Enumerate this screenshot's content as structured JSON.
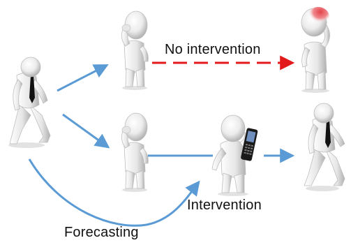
{
  "labels": {
    "no_intervention": "No intervention",
    "intervention": "Intervention",
    "forecasting": "Forecasting"
  },
  "colors": {
    "arrow_blue": "#5b9bd5",
    "arrow_red": "#e31a1c",
    "figure_white": "#f2f2f2",
    "figure_shade": "#b5b5b5",
    "tie": "#111111",
    "headache_red": "#e2434a",
    "phone": "#1a1a1a"
  },
  "figures": [
    {
      "name": "walking-businessman",
      "pose": "walking",
      "tie": true
    },
    {
      "name": "worried-figure-top",
      "pose": "hand-on-head"
    },
    {
      "name": "headache-figure",
      "pose": "hand-on-head",
      "headache": true
    },
    {
      "name": "worried-figure-middle",
      "pose": "hand-on-head"
    },
    {
      "name": "phone-figure",
      "pose": "phone-call",
      "prop": "mobile-phone"
    },
    {
      "name": "recovered-businessman",
      "pose": "walking",
      "tie": true
    }
  ]
}
